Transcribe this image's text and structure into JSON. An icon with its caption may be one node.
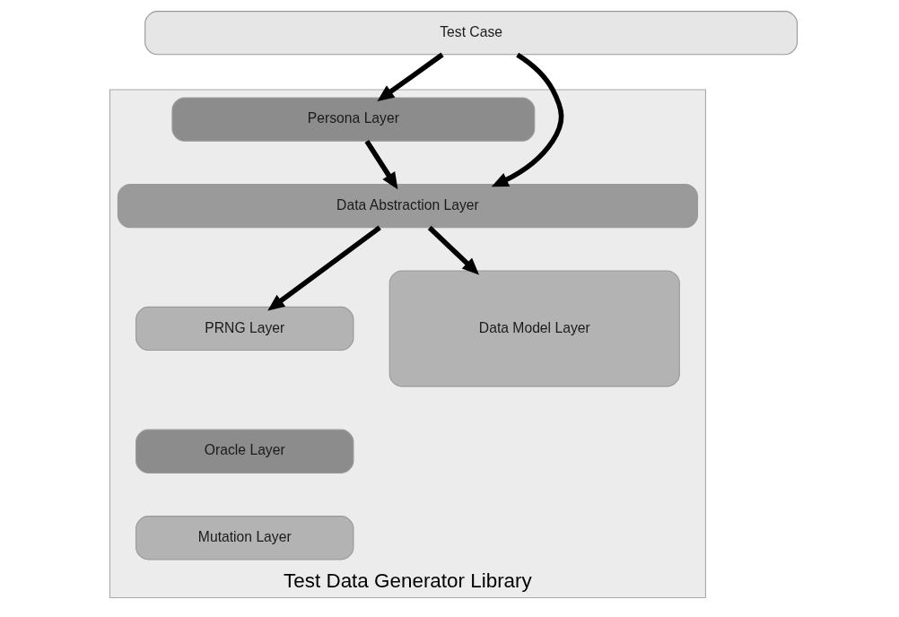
{
  "diagram": {
    "nodes": [
      {
        "text": [
          "Test Case"
        ]
      },
      {
        "text": [
          "Test Data Generator Library"
        ]
      },
      {
        "text": [
          "Persona Layer"
        ],
        "in": 1
      },
      {
        "text": [
          "Data Abstraction Layer"
        ],
        "in": 1
      },
      {
        "text": [
          "PRNG Layer"
        ],
        "in": 1
      },
      {
        "text": [
          "Oracle Layer"
        ],
        "in": 1
      },
      {
        "text": [
          "Mutation Layer"
        ],
        "in": 1
      },
      {
        "text": [
          "Data Model Layer"
        ],
        "in": 1
      }
    ],
    "edges": [
      {
        "from": 0,
        "to": 3,
        "arrow": "to"
      },
      {
        "from": 0,
        "to": 2,
        "arrow": "to"
      },
      {
        "from": 2,
        "to": 3,
        "arrow": "to"
      },
      {
        "from": 3,
        "to": 4,
        "arrow": "to"
      },
      {
        "from": 3,
        "to": 7,
        "arrow": "to"
      }
    ]
  }
}
